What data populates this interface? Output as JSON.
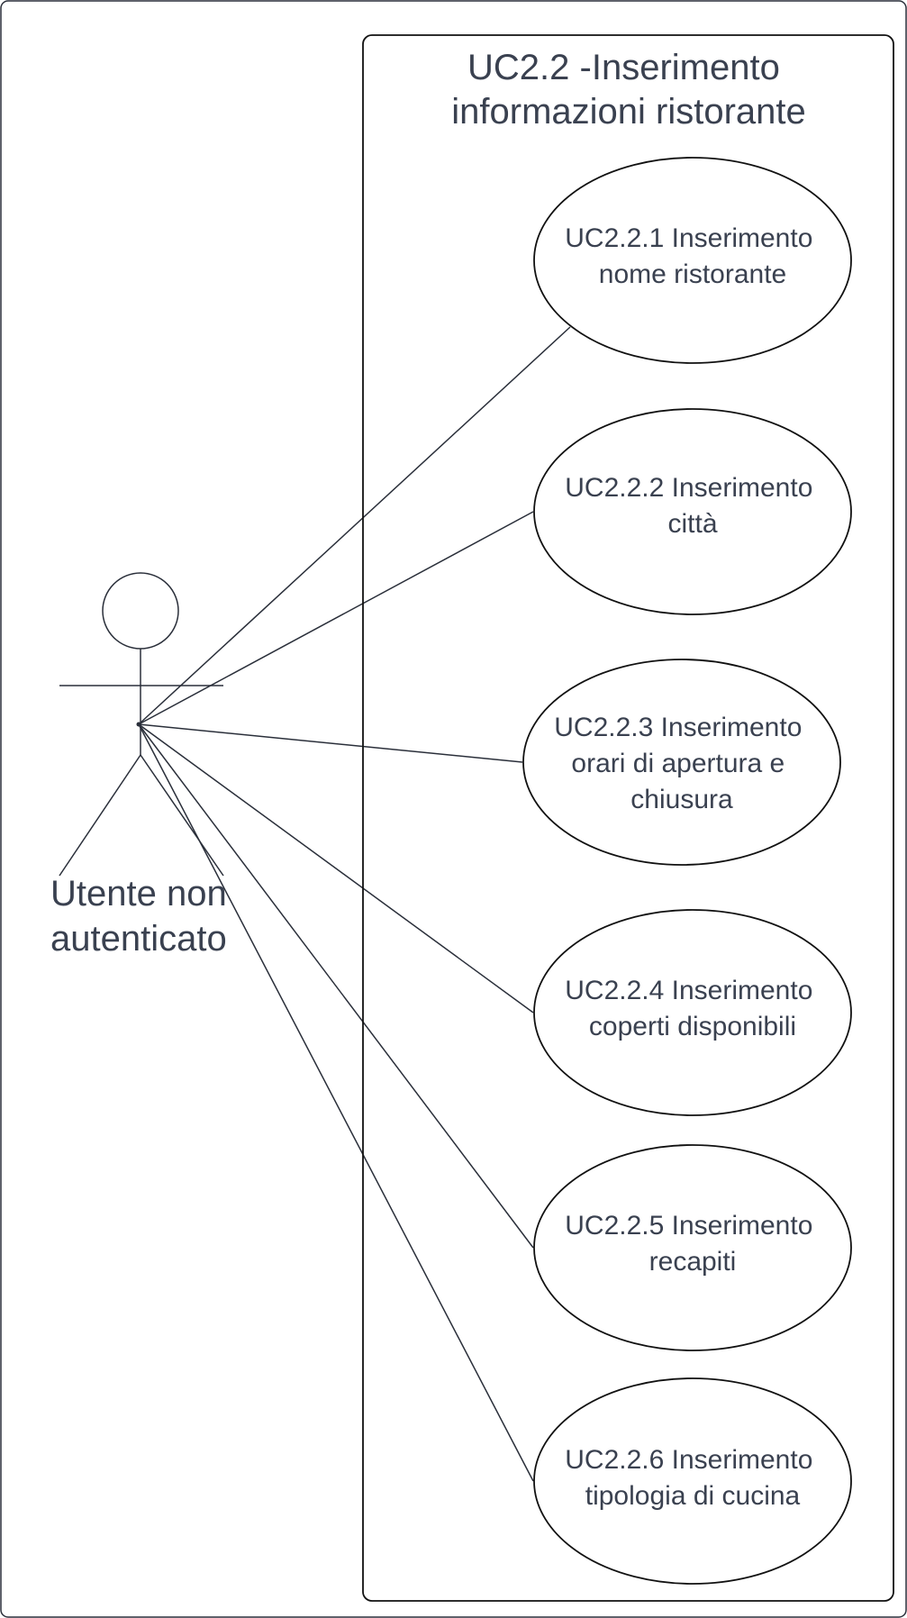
{
  "system": {
    "title_lines": [
      "UC2.2 -Inserimento",
      "informazioni ristorante"
    ]
  },
  "actor": {
    "label_lines": [
      "Utente non",
      "autenticato"
    ]
  },
  "use_cases": [
    {
      "id": "uc-2-2-1",
      "lines": [
        "UC2.2.1 Inserimento",
        "nome ristorante"
      ]
    },
    {
      "id": "uc-2-2-2",
      "lines": [
        "UC2.2.2 Inserimento",
        "città"
      ]
    },
    {
      "id": "uc-2-2-3",
      "lines": [
        "UC2.2.3 Inserimento",
        "orari di apertura e",
        "chiusura"
      ]
    },
    {
      "id": "uc-2-2-4",
      "lines": [
        "UC2.2.4 Inserimento",
        "coperti disponibili"
      ]
    },
    {
      "id": "uc-2-2-5",
      "lines": [
        "UC2.2.5 Inserimento",
        "recapiti"
      ]
    },
    {
      "id": "uc-2-2-6",
      "lines": [
        "UC2.2.6 Inserimento",
        "tipologia di cucina"
      ]
    }
  ],
  "colors": {
    "text": "#3a4150",
    "line": "#2a2f3a",
    "background": "#ffffff"
  }
}
